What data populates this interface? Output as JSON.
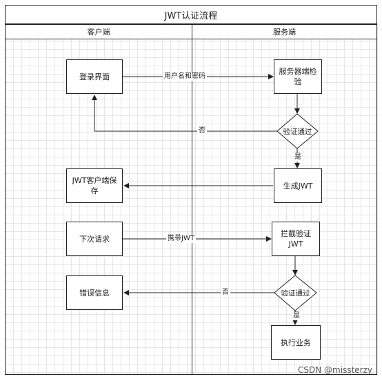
{
  "title": "JWT认证流程",
  "lanes": {
    "client": "客户端",
    "server": "服务端"
  },
  "nodes": {
    "login": "登录界面",
    "server_check": "服务器端检验",
    "verify1": "验证通过",
    "gen_jwt": "生成JWT",
    "client_save": "JWT客户端保存",
    "next_req": "下次请求",
    "intercept": "拦截验证JWT",
    "verify2": "验证通过",
    "error": "错误信息",
    "exec": "执行业务"
  },
  "edges": {
    "user_pass": "用户名和密码",
    "no1": "否",
    "yes1": "是",
    "carry_jwt": "携带JWT",
    "no2": "否",
    "yes2": "是"
  },
  "watermark": "CSDN @missterzy"
}
